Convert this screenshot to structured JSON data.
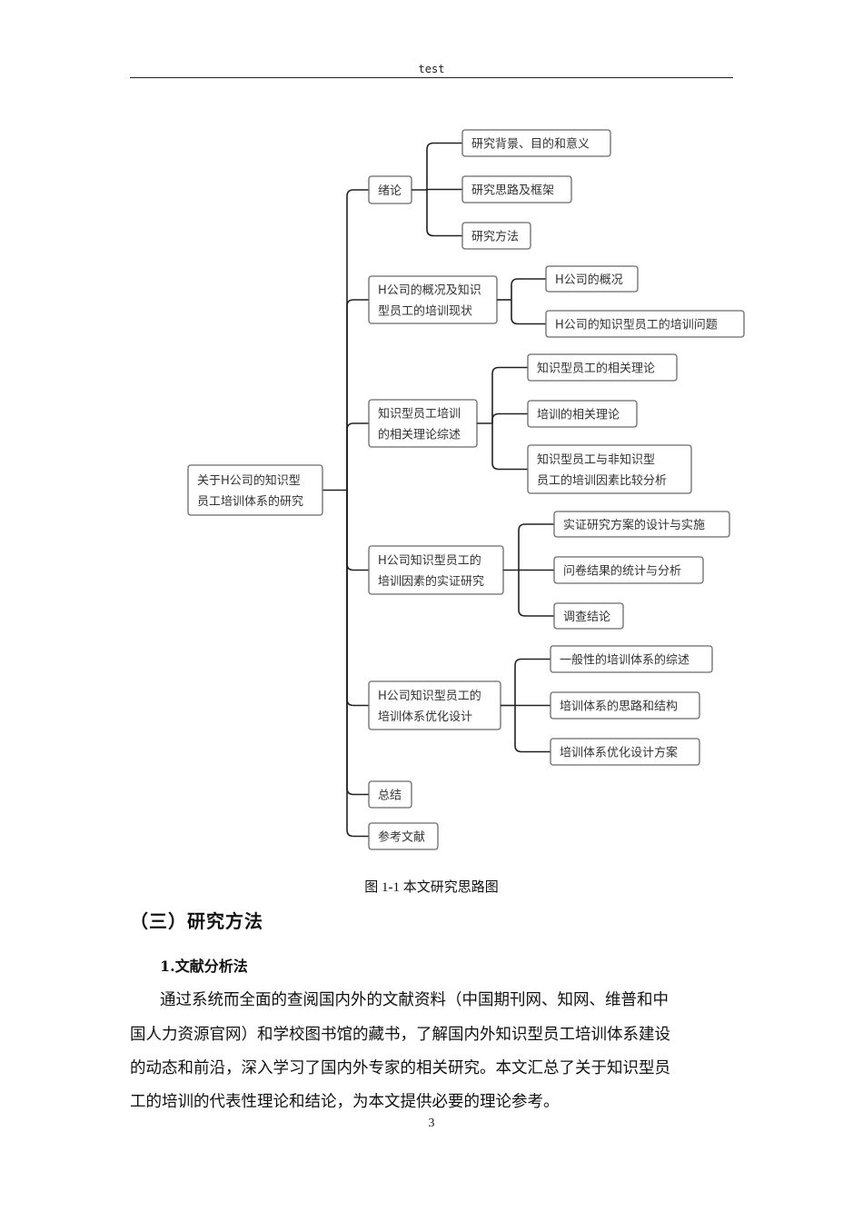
{
  "header": {
    "text": "test"
  },
  "figure": {
    "root": [
      "关于H公司的知识型",
      "员工培训体系的研究"
    ],
    "branches": [
      {
        "lines": [
          "绪论"
        ],
        "children": [
          [
            "研究背景、目的和意义"
          ],
          [
            "研究思路及框架"
          ],
          [
            "研究方法"
          ]
        ]
      },
      {
        "lines": [
          "H公司的概况及知识",
          "型员工的培训现状"
        ],
        "children": [
          [
            "H公司的概况"
          ],
          [
            "H公司的知识型员工的培训问题"
          ]
        ]
      },
      {
        "lines": [
          "知识型员工培训",
          "的相关理论综述"
        ],
        "children": [
          [
            "知识型员工的相关理论"
          ],
          [
            "培训的相关理论"
          ],
          [
            "知识型员工与非知识型",
            "员工的培训因素比较分析"
          ]
        ]
      },
      {
        "lines": [
          "H公司知识型员工的",
          "培训因素的实证研究"
        ],
        "children": [
          [
            "实证研究方案的设计与实施"
          ],
          [
            "问卷结果的统计与分析"
          ],
          [
            "调查结论"
          ]
        ]
      },
      {
        "lines": [
          "H公司知识型员工的",
          "培训体系优化设计"
        ],
        "children": [
          [
            "一般性的培训体系的综述"
          ],
          [
            "培训体系的思路和结构"
          ],
          [
            "培训体系优化设计方案"
          ]
        ]
      },
      {
        "lines": [
          "总结"
        ],
        "children": []
      },
      {
        "lines": [
          "参考文献"
        ],
        "children": []
      }
    ],
    "caption": "图 1-1  本文研究思路图"
  },
  "section": {
    "heading": "（三）研究方法",
    "subheading": "1.文献分析法",
    "paragraph_lines": [
      "通过系统而全面的查阅国内外的文献资料（中国期刊网、知网、维普和中",
      "国人力资源官网）和学校图书馆的藏书，了解国内外知识型员工培训体系建设",
      "的动态和前沿，深入学习了国内外专家的相关研究。本文汇总了关于知识型员",
      "工的培训的代表性理论和结论，为本文提供必要的理论参考。"
    ]
  },
  "page_number": "3"
}
